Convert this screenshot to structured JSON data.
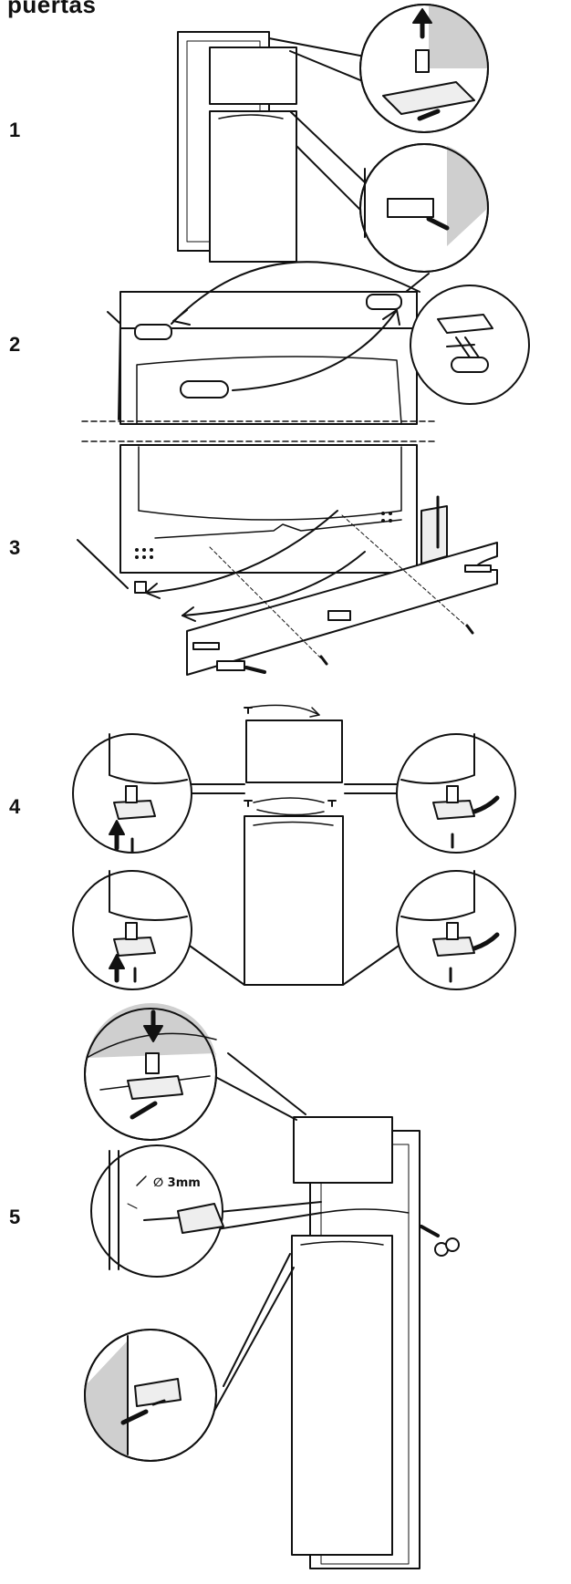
{
  "title": "puertas",
  "steps": [
    {
      "number": "1"
    },
    {
      "number": "2"
    },
    {
      "number": "3"
    },
    {
      "number": "4"
    },
    {
      "number": "5"
    }
  ],
  "drill_label": "∅ 3mm",
  "colors": {
    "line": "#111111",
    "shade": "#cfcfcf",
    "dark_shade": "#8a8a8a"
  }
}
